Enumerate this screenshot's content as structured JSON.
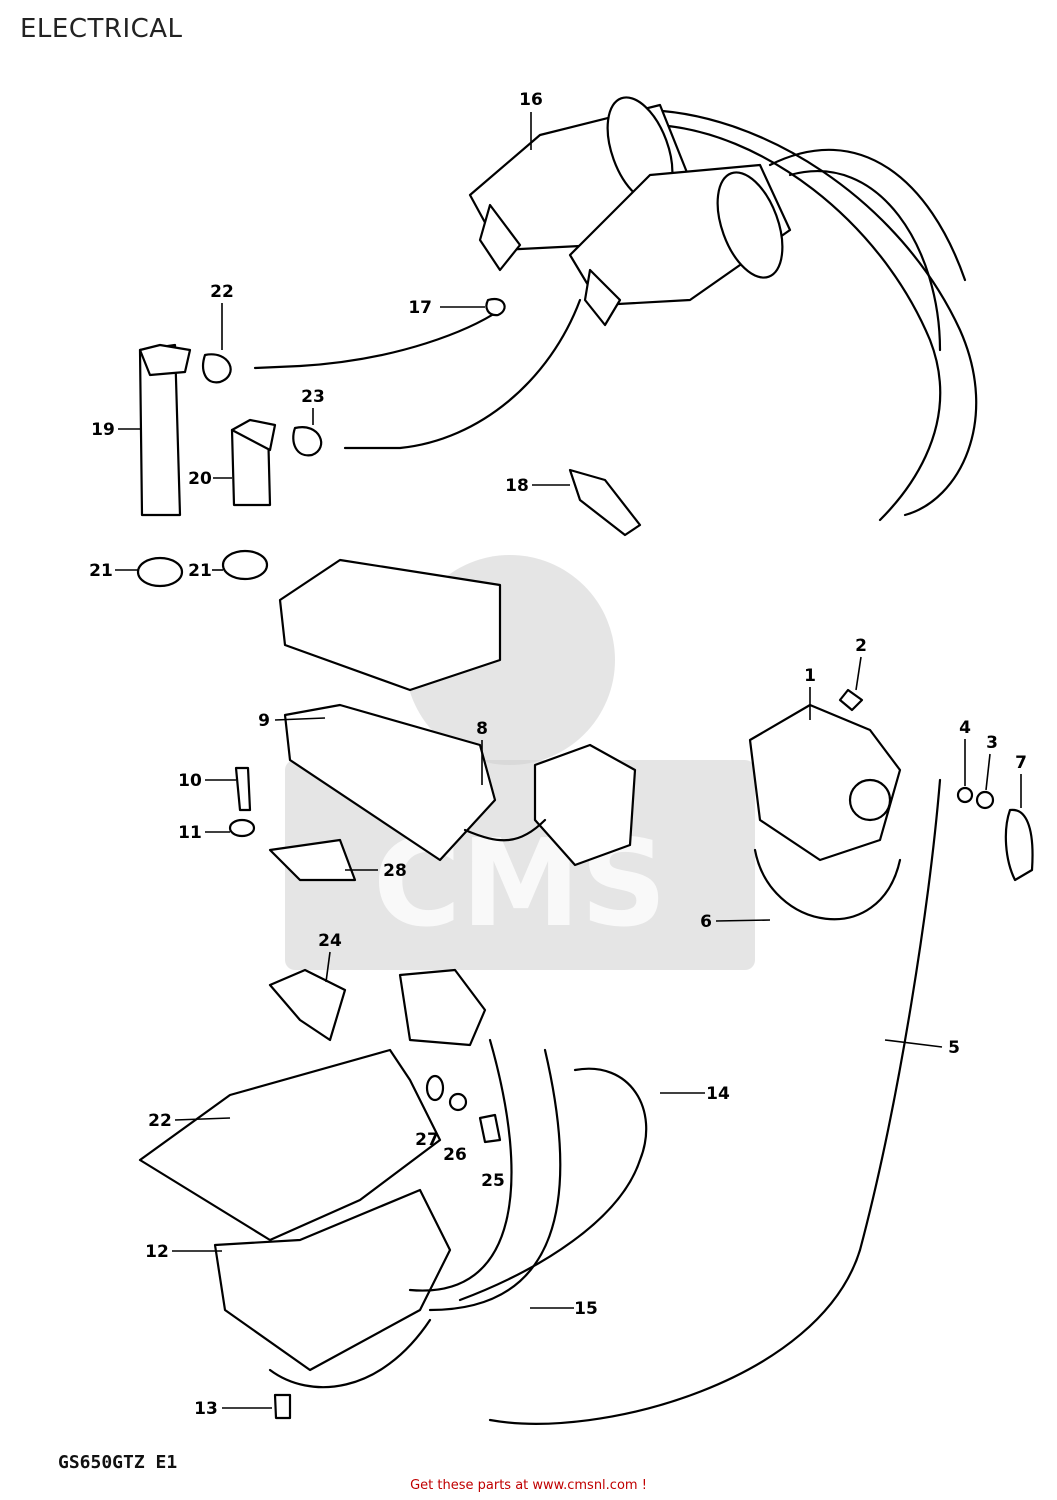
{
  "title": "ELECTRICAL",
  "model_code": "GS650GTZ E1",
  "footer_text": "Get these parts at www.cmsnl.com !",
  "watermark_text": "CMS",
  "callouts": [
    {
      "id": "c1",
      "label": "1"
    },
    {
      "id": "c2",
      "label": "2"
    },
    {
      "id": "c3",
      "label": "3"
    },
    {
      "id": "c4",
      "label": "4"
    },
    {
      "id": "c5",
      "label": "5"
    },
    {
      "id": "c6",
      "label": "6"
    },
    {
      "id": "c7",
      "label": "7"
    },
    {
      "id": "c8",
      "label": "8"
    },
    {
      "id": "c9",
      "label": "9"
    },
    {
      "id": "c10",
      "label": "10"
    },
    {
      "id": "c11",
      "label": "11"
    },
    {
      "id": "c12",
      "label": "12"
    },
    {
      "id": "c13",
      "label": "13"
    },
    {
      "id": "c14",
      "label": "14"
    },
    {
      "id": "c15",
      "label": "15"
    },
    {
      "id": "c16",
      "label": "16"
    },
    {
      "id": "c17",
      "label": "17"
    },
    {
      "id": "c18",
      "label": "18"
    },
    {
      "id": "c19",
      "label": "19"
    },
    {
      "id": "c20",
      "label": "20"
    },
    {
      "id": "c21a",
      "label": "21"
    },
    {
      "id": "c21b",
      "label": "21"
    },
    {
      "id": "c22a",
      "label": "22"
    },
    {
      "id": "c22b",
      "label": "22"
    },
    {
      "id": "c23",
      "label": "23"
    },
    {
      "id": "c24",
      "label": "24"
    },
    {
      "id": "c25",
      "label": "25"
    },
    {
      "id": "c26",
      "label": "26"
    },
    {
      "id": "c27",
      "label": "27"
    },
    {
      "id": "c28",
      "label": "28"
    }
  ]
}
